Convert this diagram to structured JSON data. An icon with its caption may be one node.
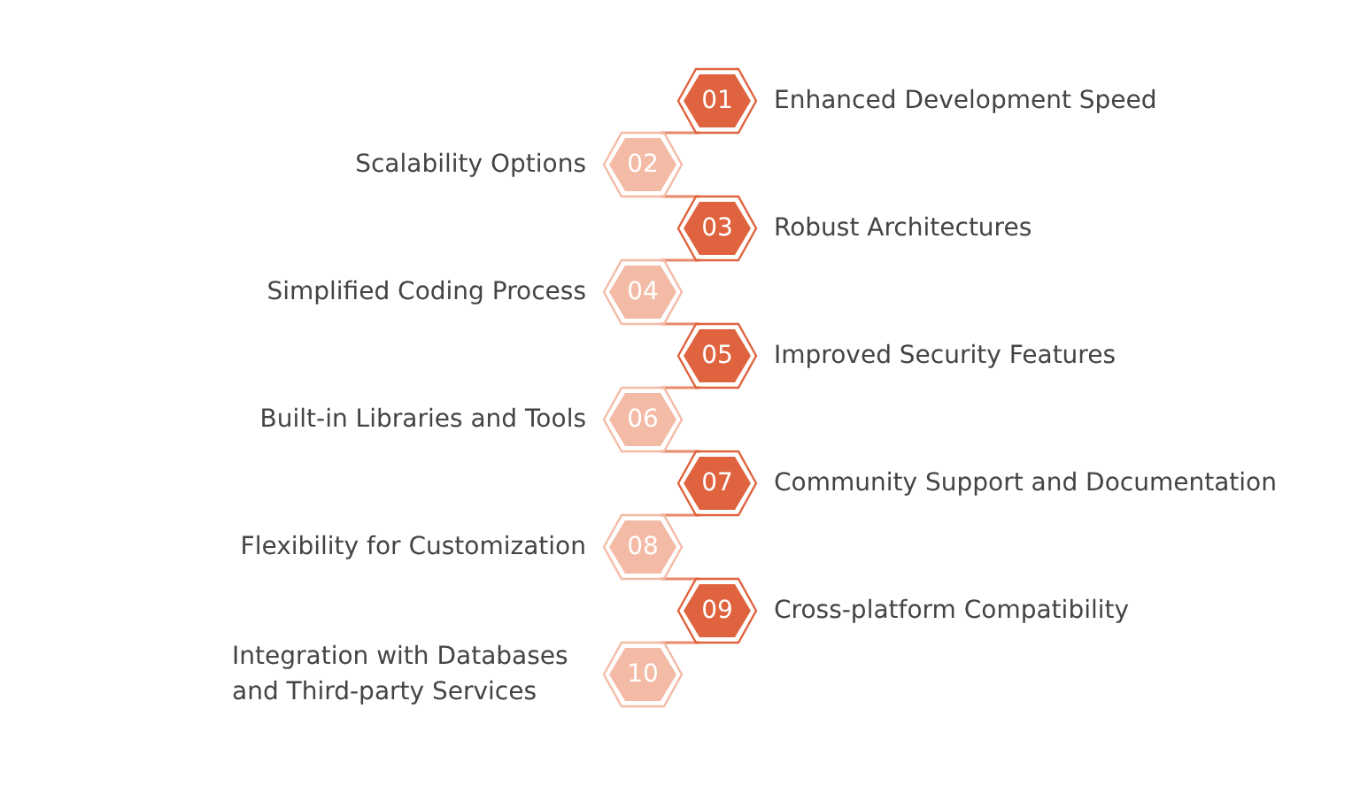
{
  "diagram": {
    "nodes": [
      {
        "text": [
          "01"
        ],
        "beside": [
          "Enhanced Development Speed"
        ]
      },
      {
        "text": [
          "02"
        ],
        "beside": [
          "Scalability Options"
        ]
      },
      {
        "text": [
          "03"
        ],
        "beside": [
          "Robust Architectures"
        ]
      },
      {
        "text": [
          "04"
        ],
        "beside": [
          "Simplified Coding Process"
        ]
      },
      {
        "text": [
          "05"
        ],
        "beside": [
          "Improved Security Features"
        ]
      },
      {
        "text": [
          "06"
        ],
        "beside": [
          "Built-in Libraries and Tools"
        ]
      },
      {
        "text": [
          "07"
        ],
        "beside": [
          "Community Support and Documentation"
        ]
      },
      {
        "text": [
          "08"
        ],
        "beside": [
          "Flexibility for Customization"
        ]
      },
      {
        "text": [
          "09"
        ],
        "beside": [
          "Cross-platform Compatibility"
        ]
      },
      {
        "text": [
          "10"
        ],
        "beside": [
          "Integration with Databases and Third-party Services"
        ]
      }
    ],
    "edges": [
      {
        "from": 0,
        "to": 1,
        "arrow": "none"
      },
      {
        "from": 1,
        "to": 2,
        "arrow": "none"
      },
      {
        "from": 2,
        "to": 3,
        "arrow": "none"
      },
      {
        "from": 3,
        "to": 4,
        "arrow": "none"
      },
      {
        "from": 4,
        "to": 5,
        "arrow": "none"
      },
      {
        "from": 5,
        "to": 6,
        "arrow": "none"
      },
      {
        "from": 6,
        "to": 7,
        "arrow": "none"
      },
      {
        "from": 7,
        "to": 8,
        "arrow": "none"
      },
      {
        "from": 8,
        "to": 9,
        "arrow": "none"
      }
    ]
  }
}
